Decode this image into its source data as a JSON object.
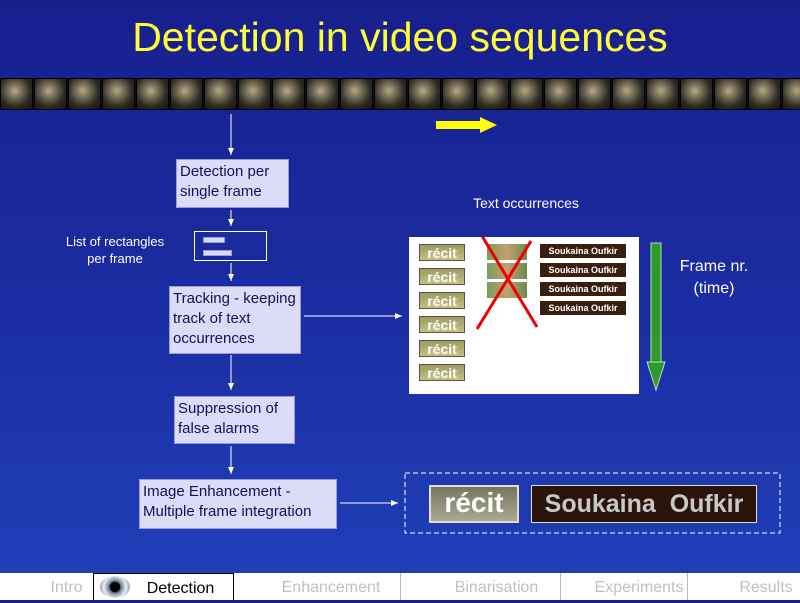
{
  "title": "Detection in video sequences",
  "flow": {
    "detection": "Detection per single frame",
    "rect_list_label": "List of rectangles per frame",
    "tracking": "Tracking - keeping track of text occurrences",
    "suppression": "Suppression of false alarms",
    "enhancement": "Image Enhancement  - Multiple frame integration"
  },
  "text_occurrences_label": "Text occurrences",
  "frame_label": "Frame nr. (time)",
  "sample_text": {
    "recit": "récit",
    "name": "Soukaina  Oufkir"
  },
  "nav": {
    "tabs": [
      "Intro",
      "Detection",
      "Enhancement",
      "Binarisation",
      "Experiments",
      "Results"
    ],
    "active": "Detection"
  },
  "colors": {
    "title": "#ffff33",
    "background": "#1a2ba0",
    "box": "#dcdcf8",
    "arrow_forward": "#ffff00",
    "arrow_down": "#2e9a2e",
    "cross": "#ee0000"
  },
  "icons": {
    "nav_active": "eye-icon"
  }
}
